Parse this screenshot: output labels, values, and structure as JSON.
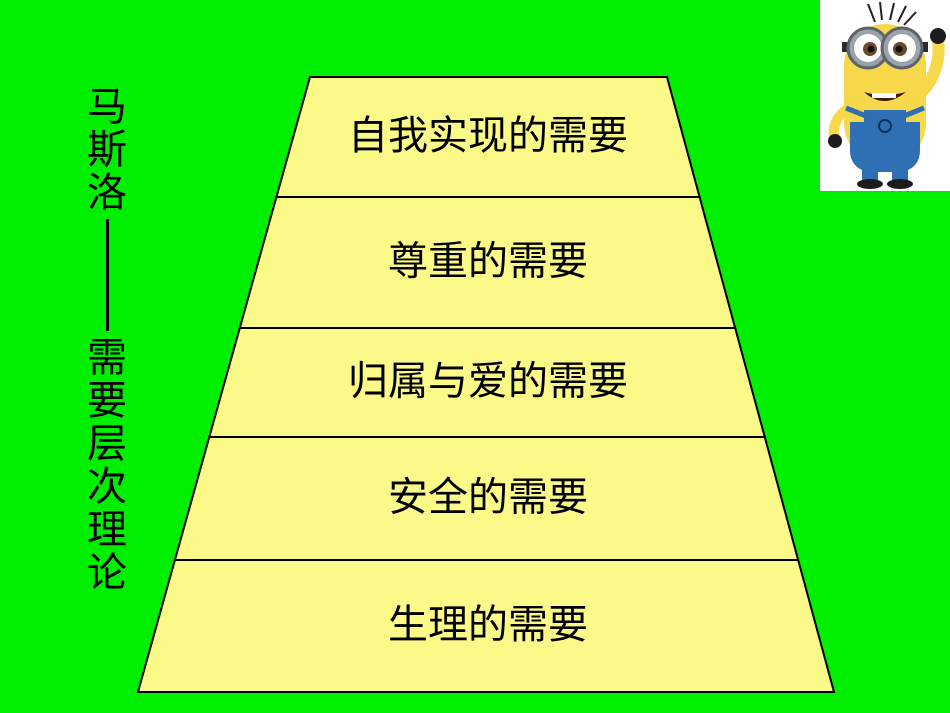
{
  "title": {
    "head": [
      "马",
      "斯",
      "洛"
    ],
    "tail": [
      "需",
      "要",
      "层",
      "次",
      "理",
      "论"
    ]
  },
  "pyramid": {
    "levels": [
      {
        "label": "自我实现的需要"
      },
      {
        "label": "尊重的需要"
      },
      {
        "label": "归属与爱的需要"
      },
      {
        "label": "安全的需要"
      },
      {
        "label": "生理的需要"
      }
    ],
    "fill": "#fbfa88",
    "stroke": "#000000"
  },
  "colors": {
    "background": "#00ee00",
    "minion_skin": "#f6d84a",
    "minion_overalls": "#2f6fb3"
  },
  "decoration": {
    "icon": "minion-cartoon-icon"
  }
}
